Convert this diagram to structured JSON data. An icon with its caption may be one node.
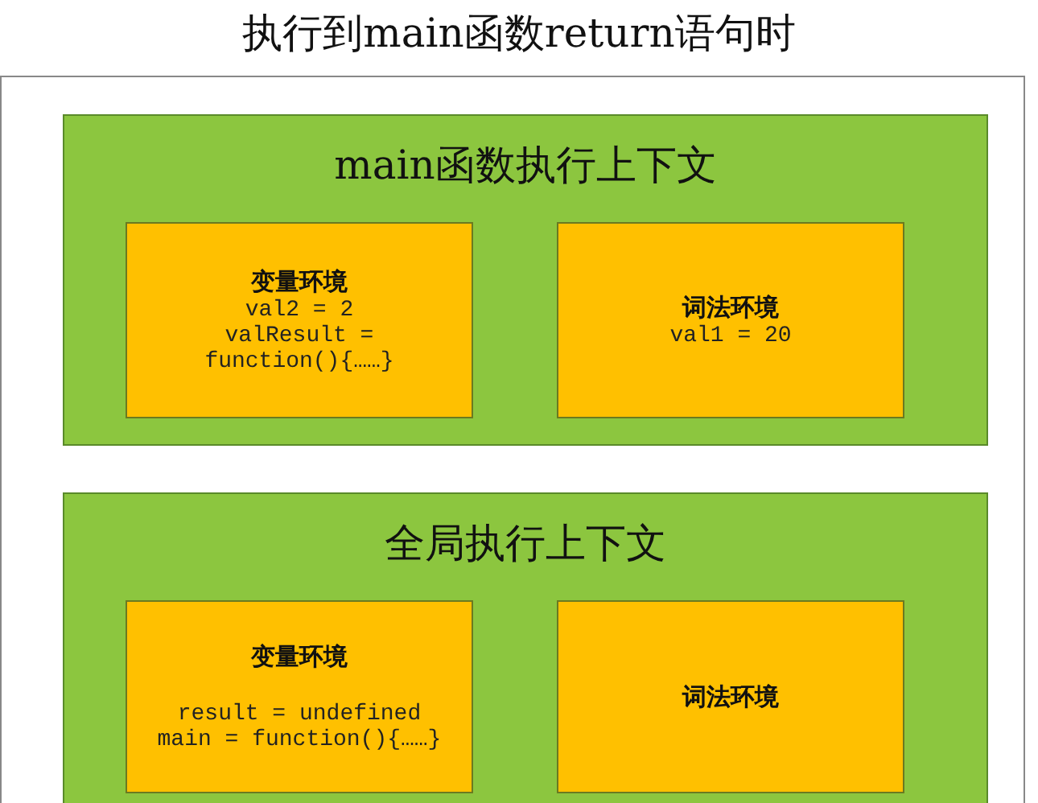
{
  "diagram": {
    "title": "执行到main函数return语句时",
    "nodes": [
      {
        "text": [],
        "shape": "box"
      },
      {
        "text": [
          "main函数执行上下文"
        ],
        "in": 0
      },
      {
        "text": [
          "变量环境",
          "val2 = 2",
          "valResult = function(){……}"
        ],
        "in": 1
      },
      {
        "text": [
          "词法环境",
          "val1 = 20"
        ],
        "in": 1
      },
      {
        "text": [
          "全局执行上下文"
        ],
        "in": 0
      },
      {
        "text": [
          "变量环境",
          "result = undefined",
          "main = function(){……}"
        ],
        "in": 4
      },
      {
        "text": [
          "词法环境"
        ],
        "in": 4
      }
    ]
  }
}
